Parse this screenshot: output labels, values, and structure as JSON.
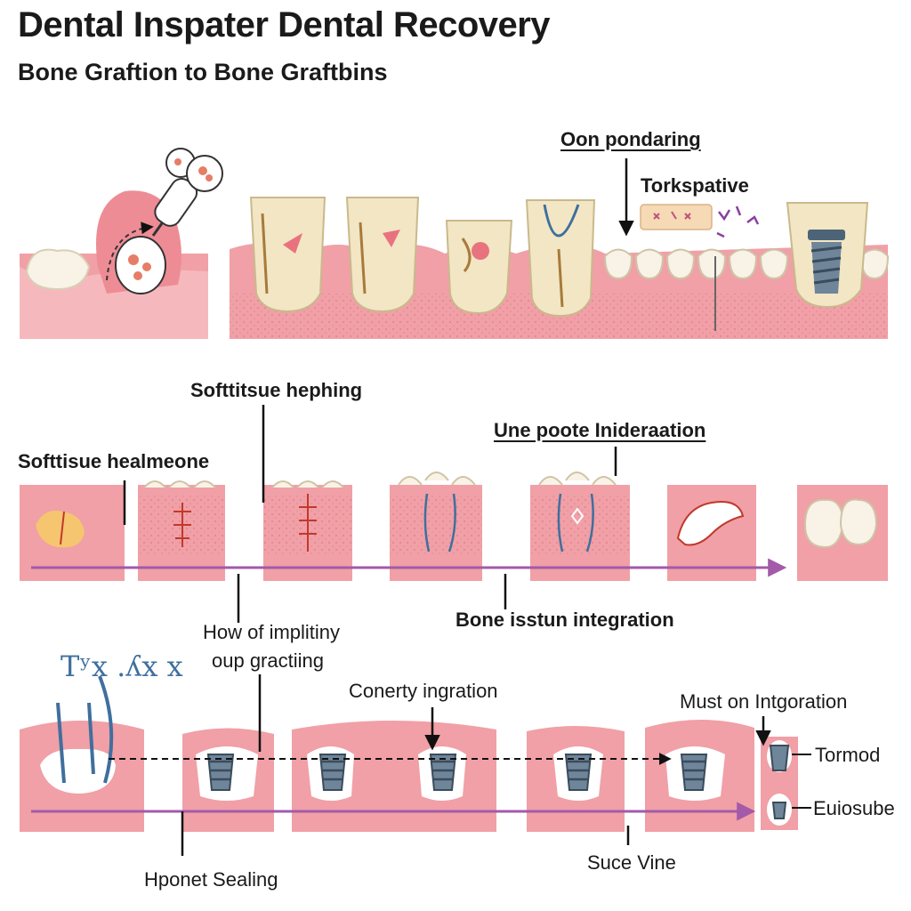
{
  "header": {
    "title": "Dental Inspater Dental Recovery",
    "subtitle": "Bone Graftion  to Bone Graftbins"
  },
  "row1": {
    "label_oon": "Oon pondaring",
    "label_tork": "Torkspative"
  },
  "row2": {
    "label_soft_top": "Softtitsue heрhing",
    "label_soft_left": "Softtisue healmeone",
    "label_une": "Une poote Inideraation",
    "label_bone": "Bone isstun integration"
  },
  "row3": {
    "label_how_1": "How of implitiny",
    "label_how_2": "oup gractiing",
    "label_conerty": "Conerty ingration",
    "label_must": "Must  on Intgoration",
    "label_tormod": "Tormod",
    "label_euio": "Euiosube",
    "label_hponet": "Hponet Sealing",
    "label_suce": "Suce Vine",
    "handwritten": "Tʸx  .ʎx x"
  },
  "colors": {
    "gum": "#f0a0a6",
    "gum_dark": "#e07f88",
    "tooth": "#f7efd6",
    "implant": "#4d6478",
    "arrow": "#a35aa8"
  }
}
